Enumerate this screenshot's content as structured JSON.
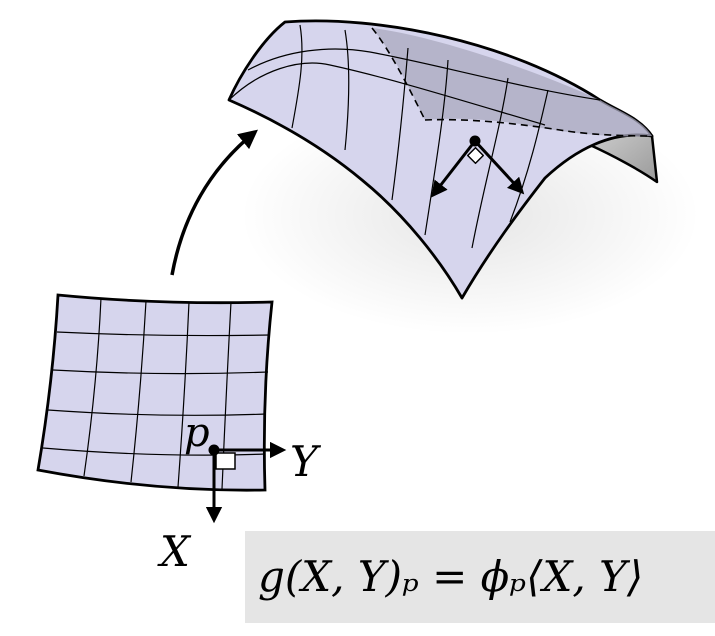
{
  "labels": {
    "point": "p",
    "vector_x": "X",
    "vector_y": "Y"
  },
  "formula": "g(X, Y)ₚ = ϕₚ⟨X, Y⟩",
  "colors": {
    "surface_fill": "#d6d5ed",
    "surface_shadow": "#a9a8bd",
    "ink": "#000000",
    "formula_background": "#e5e5e5"
  }
}
